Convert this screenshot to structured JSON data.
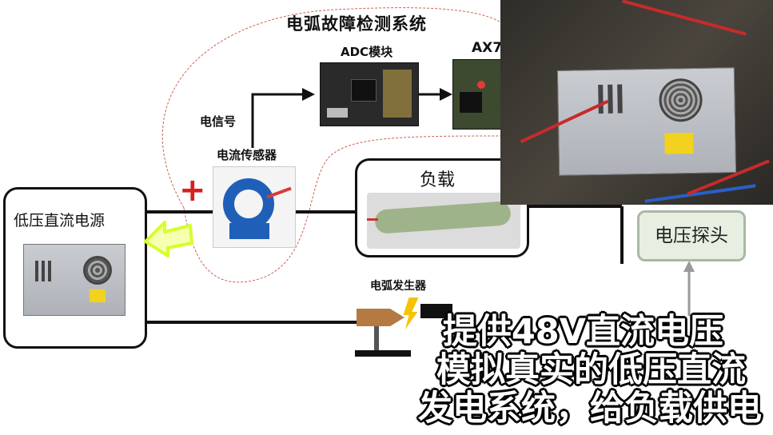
{
  "diagram": {
    "title": "电弧故障检测系统",
    "adc_label": "ADC模块",
    "fpga_label": "AX7",
    "signal_label": "电信号",
    "sensor_label": "电流传感器",
    "load_label": "负载",
    "power_label": "低压直流电源",
    "arc_label": "电弧发生器",
    "probe_label": "电压探头",
    "plus_sign": "+"
  },
  "subtitle": {
    "line1": "提供48V直流电压",
    "line2": "模拟真实的低压直流",
    "line3": "发电系统，给负载供电"
  },
  "colors": {
    "highlight_arrow": "#d4ff2a",
    "plus_red": "#d8201c",
    "probe_fill": "#e7efe2",
    "probe_border": "#a9b8a5",
    "dashed_outline": "#c0392b"
  }
}
